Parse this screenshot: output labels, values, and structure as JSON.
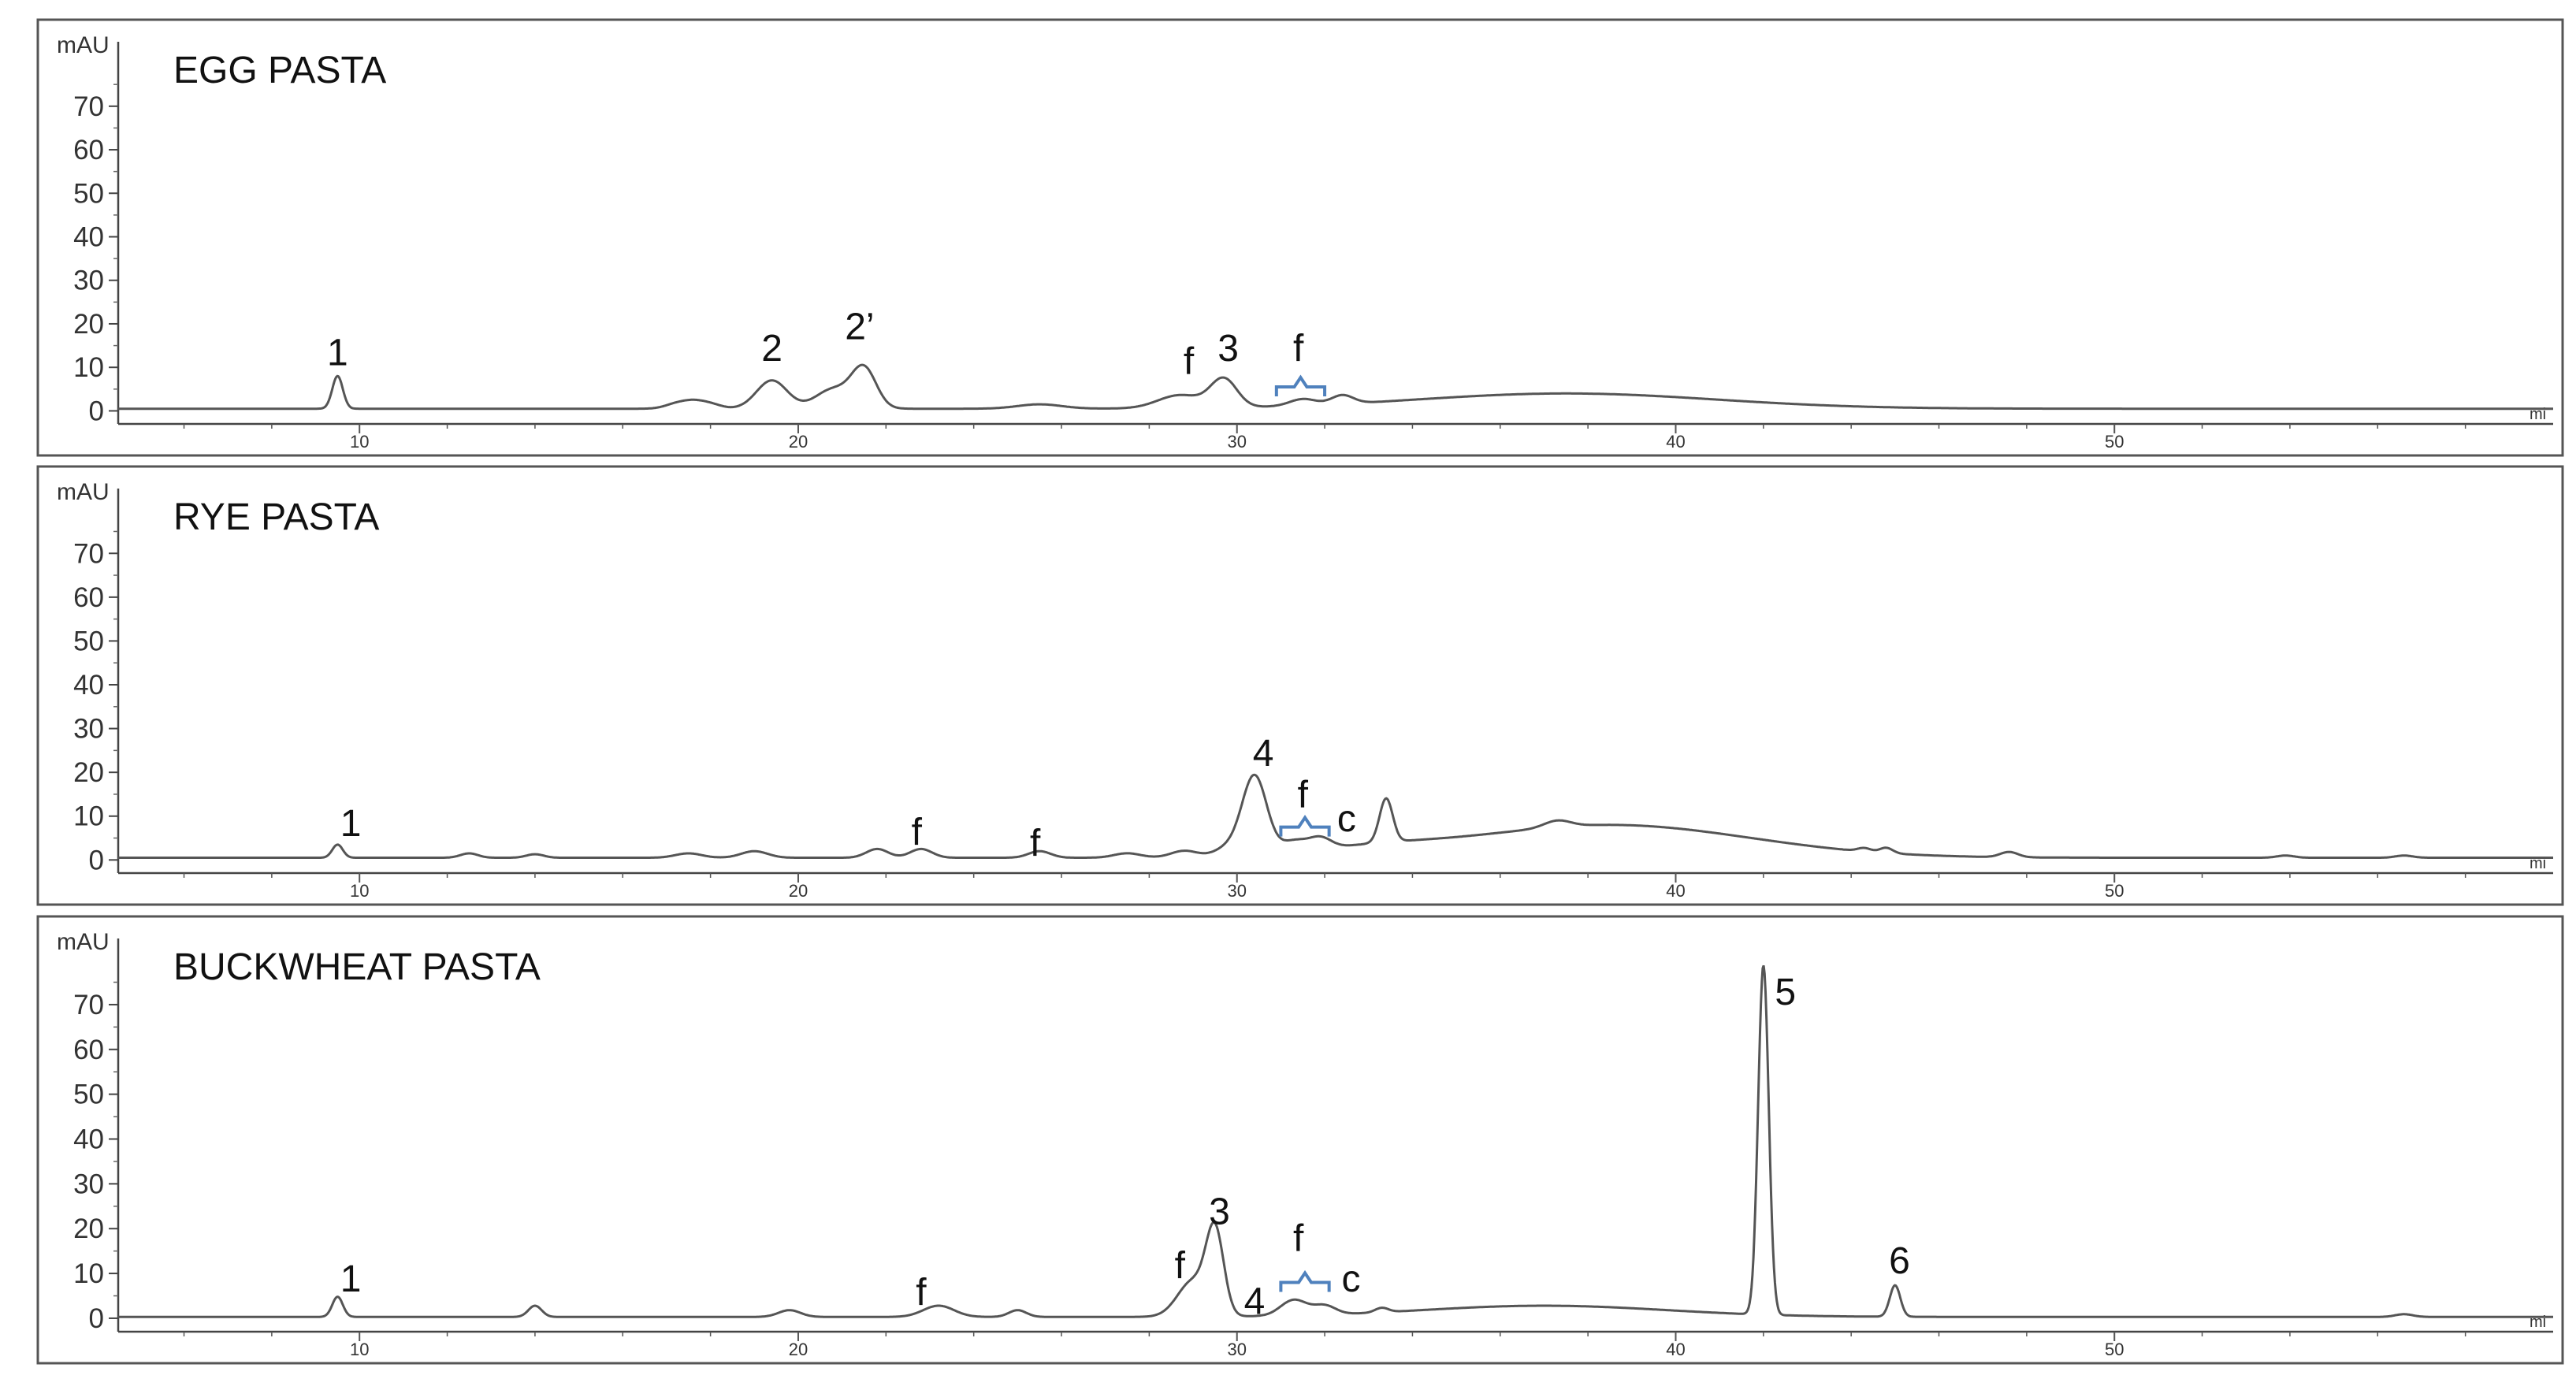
{
  "chart_data": [
    {
      "type": "line",
      "title": "EGG PASTA",
      "ylabel": "mAU",
      "xlabel": "mi",
      "xlim": [
        4.5,
        60
      ],
      "ylim": [
        -3,
        83
      ],
      "yticks": [
        0,
        10,
        20,
        30,
        40,
        50,
        60,
        70
      ],
      "xticks": [
        10,
        20,
        30,
        40,
        50
      ],
      "grid": false,
      "line_color": "#555555",
      "baseline": 0.5,
      "humps": [
        [
          37.5,
          3.5,
          3.4
        ]
      ],
      "peaks": [
        [
          9.5,
          7.5,
          0.12
        ],
        [
          17.2,
          1.0,
          0.25
        ],
        [
          17.6,
          1.5,
          0.25
        ],
        [
          18.0,
          1.0,
          0.25
        ],
        [
          19.4,
          6.5,
          0.35
        ],
        [
          20.8,
          4.5,
          0.4
        ],
        [
          21.5,
          9.0,
          0.28
        ],
        [
          25.5,
          1.0,
          0.5
        ],
        [
          28.7,
          3.0,
          0.5
        ],
        [
          29.7,
          6.5,
          0.3
        ],
        [
          31.5,
          1.5,
          0.3
        ],
        [
          32.4,
          2.0,
          0.25
        ]
      ],
      "annotations": [
        {
          "text": "1",
          "x": 9.5,
          "y": 10.5
        },
        {
          "text": "2",
          "x": 19.4,
          "y": 11.5
        },
        {
          "text": "2’",
          "x": 21.4,
          "y": 16.5
        },
        {
          "text": "f",
          "x": 28.9,
          "y": 8.5
        },
        {
          "text": "3",
          "x": 29.8,
          "y": 11.5
        },
        {
          "text": "f",
          "x": 31.4,
          "y": 11.5
        }
      ],
      "brackets": [
        {
          "x1": 30.9,
          "x2": 32.0,
          "y": 5.5
        }
      ]
    },
    {
      "type": "line",
      "title": "RYE PASTA",
      "ylabel": "mAU",
      "xlabel": "mi",
      "xlim": [
        4.5,
        60
      ],
      "ylim": [
        -3,
        83
      ],
      "yticks": [
        0,
        10,
        20,
        30,
        40,
        50,
        60,
        70
      ],
      "xticks": [
        10,
        20,
        30,
        40,
        50
      ],
      "grid": false,
      "line_color": "#555555",
      "baseline": 0.5,
      "humps": [
        [
          33.0,
          1.5,
          1.5
        ],
        [
          38.5,
          7.5,
          3.2
        ]
      ],
      "peaks": [
        [
          9.5,
          3.0,
          0.12
        ],
        [
          12.5,
          1.0,
          0.2
        ],
        [
          14.0,
          0.8,
          0.2
        ],
        [
          17.5,
          1.0,
          0.3
        ],
        [
          19.0,
          1.5,
          0.3
        ],
        [
          21.8,
          2.0,
          0.25
        ],
        [
          22.8,
          2.0,
          0.25
        ],
        [
          25.5,
          1.5,
          0.25
        ],
        [
          27.5,
          1.0,
          0.3
        ],
        [
          28.8,
          1.5,
          0.3
        ],
        [
          29.8,
          2.0,
          0.3
        ],
        [
          30.4,
          18.0,
          0.28
        ],
        [
          31.3,
          2.5,
          0.3
        ],
        [
          31.9,
          2.5,
          0.25
        ],
        [
          33.4,
          10.0,
          0.15
        ],
        [
          37.3,
          1.5,
          0.3
        ],
        [
          44.3,
          0.8,
          0.15
        ],
        [
          44.8,
          1.2,
          0.15
        ],
        [
          47.6,
          1.2,
          0.2
        ],
        [
          53.9,
          0.5,
          0.2
        ],
        [
          56.6,
          0.5,
          0.2
        ]
      ],
      "annotations": [
        {
          "text": "1",
          "x": 9.8,
          "y": 5.5
        },
        {
          "text": "f",
          "x": 22.7,
          "y": 3.5
        },
        {
          "text": "f",
          "x": 25.4,
          "y": 1.0
        },
        {
          "text": "4",
          "x": 30.6,
          "y": 21.5
        },
        {
          "text": "f",
          "x": 31.5,
          "y": 12.0
        },
        {
          "text": "c",
          "x": 32.5,
          "y": 6.5
        }
      ],
      "brackets": [
        {
          "x1": 31.0,
          "x2": 32.1,
          "y": 7.5
        }
      ]
    },
    {
      "type": "line",
      "title": "BUCKWHEAT PASTA",
      "ylabel": "mAU",
      "xlabel": "mi",
      "xlim": [
        4.5,
        60
      ],
      "ylim": [
        -3,
        83
      ],
      "yticks": [
        0,
        10,
        20,
        30,
        40,
        50,
        60,
        70
      ],
      "xticks": [
        10,
        20,
        30,
        40,
        50
      ],
      "grid": false,
      "line_color": "#555555",
      "baseline": 0.3,
      "humps": [
        [
          37.0,
          2.5,
          2.8
        ]
      ],
      "peaks": [
        [
          9.5,
          4.5,
          0.12
        ],
        [
          14.0,
          2.5,
          0.15
        ],
        [
          19.8,
          1.5,
          0.25
        ],
        [
          23.2,
          2.5,
          0.35
        ],
        [
          25.0,
          1.5,
          0.2
        ],
        [
          29.0,
          8.0,
          0.35
        ],
        [
          29.5,
          18.0,
          0.2
        ],
        [
          31.3,
          3.5,
          0.3
        ],
        [
          32.0,
          2.0,
          0.25
        ],
        [
          33.3,
          1.0,
          0.15
        ],
        [
          42.0,
          78.0,
          0.12
        ],
        [
          45.0,
          7.0,
          0.12
        ],
        [
          56.6,
          0.6,
          0.2
        ]
      ],
      "annotations": [
        {
          "text": "1",
          "x": 9.8,
          "y": 6.0
        },
        {
          "text": "f",
          "x": 22.8,
          "y": 3.0
        },
        {
          "text": "f",
          "x": 28.7,
          "y": 9.0
        },
        {
          "text": "3",
          "x": 29.6,
          "y": 21.0
        },
        {
          "text": "4",
          "x": 30.4,
          "y": 1.0
        },
        {
          "text": "f",
          "x": 31.4,
          "y": 15.0
        },
        {
          "text": "c",
          "x": 32.6,
          "y": 6.0
        },
        {
          "text": "5",
          "x": 42.5,
          "y": 70.0
        },
        {
          "text": "6",
          "x": 45.1,
          "y": 10.0
        }
      ],
      "brackets": [
        {
          "x1": 31.0,
          "x2": 32.1,
          "y": 8.0
        }
      ]
    }
  ]
}
